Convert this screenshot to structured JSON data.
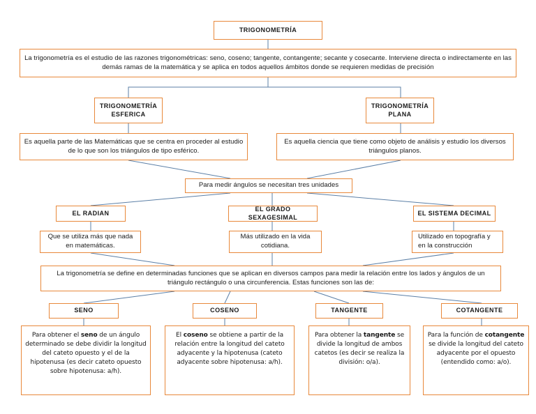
{
  "diagram": {
    "title": "TRIGONOMETRÍA",
    "theme": {
      "box_border": "#e8883a",
      "connector": "#5b7fa6",
      "background": "#ffffff",
      "text": "#1a1a1a"
    },
    "nodes": {
      "root": "TRIGONOMETRÍA",
      "root_definition": "La trigonometría es el estudio de las razones trigonométricas: seno, coseno; tangente, contangente; secante y cosecante. Interviene directa o indirectamente en las demás ramas de la matemática y se aplica en todos aquellos ámbitos donde se requieren medidas de precisión",
      "branch_spherical": "TRIGONOMETRÍA ESFERICA",
      "branch_plane": "TRIGONOMETRÍA PLANA",
      "spherical_definition": "Es aquella parte de las Matemáticas que se centra en proceder al estudio de lo que son los triángulos de tipo esférico.",
      "plane_definition": "Es aquella ciencia que tiene como objeto de análisis y estudio los diversos triángulos planos.",
      "units_intro": "Para medir ángulos se necesitan tres unidades",
      "unit_radian": "EL RADIAN",
      "unit_sexagesimal": "EL GRADO SEXAGESIMAL",
      "unit_decimal": "EL SISTEMA DECIMAL",
      "radian_definition": "Que se utiliza más que nada en matemáticas.",
      "sexagesimal_definition": "Más utilizado en la vida cotidiana.",
      "decimal_definition": "Utilizado en topografía y en la construcción",
      "functions_intro": "La trigonometría se define en determinadas funciones que se aplican en diversos campos para medir la relación entre los lados y ángulos de un triángulo rectángulo o una circunferencia. Estas funciones son las de:",
      "fn_seno": "SENO",
      "fn_coseno": "COSENO",
      "fn_tangente": "TANGENTE",
      "fn_cotangente": "COTANGENTE"
    },
    "function_descriptions": {
      "seno": {
        "prefix": "Para obtener el ",
        "term": "seno",
        "suffix": " de un ángulo determinado se debe dividir la longitud del cateto opuesto y el de la hipotenusa (es decir cateto opuesto sobre hipotenusa: a/h)."
      },
      "coseno": {
        "prefix": "El ",
        "term": "coseno",
        "suffix": " se obtiene a partir de la relación entre la longitud del cateto adyacente y la hipotenusa (cateto adyacente sobre hipotenusa: a/h)."
      },
      "tangente": {
        "prefix": "Para obtener la ",
        "term": "tangente",
        "suffix": " se divide la longitud de ambos catetos (es decir se realiza la división: o/a)."
      },
      "cotangente": {
        "prefix": "Para la función de ",
        "term": "cotangente",
        "suffix": " se divide la longitud del cateto adyacente por el opuesto (entendido como: a/o)."
      }
    }
  }
}
